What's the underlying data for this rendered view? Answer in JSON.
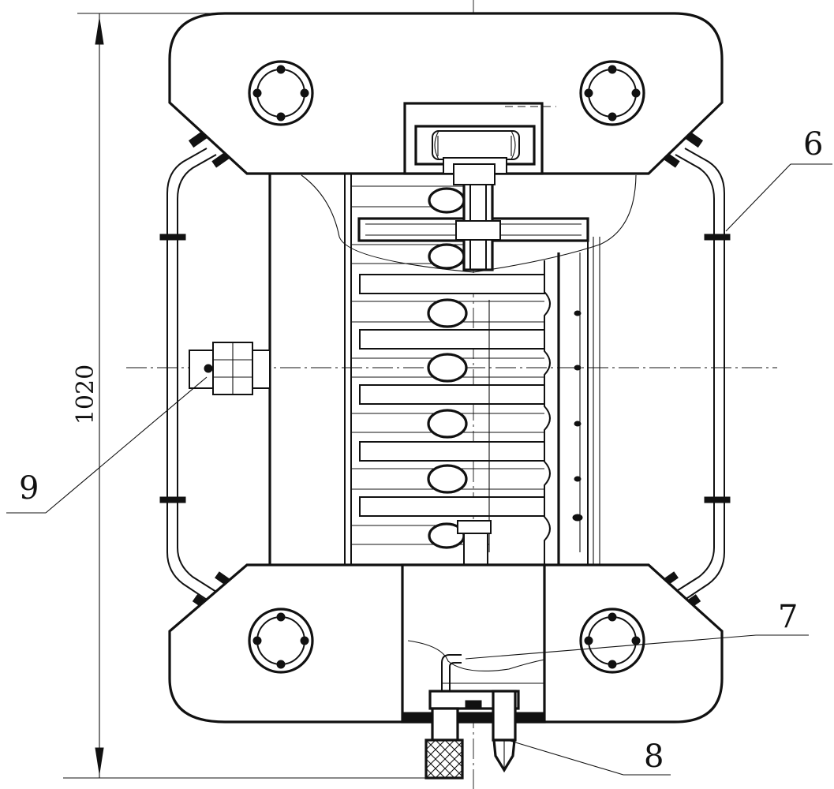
{
  "dimension": {
    "value": "1020"
  },
  "labels": {
    "six": "6",
    "seven": "7",
    "eight": "8",
    "nine": "9"
  }
}
